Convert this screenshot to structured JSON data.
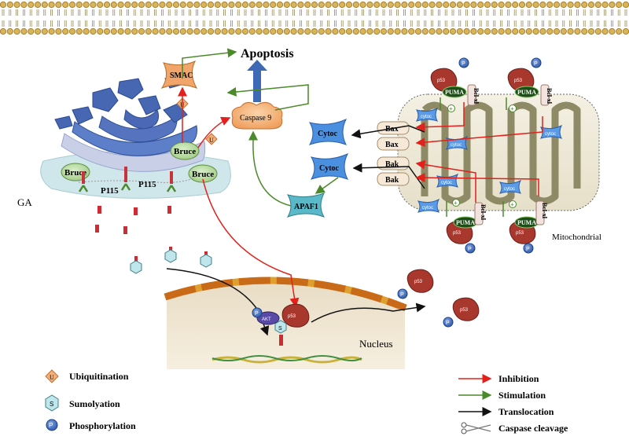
{
  "title": "Apoptosis",
  "labels": {
    "ga": "GA",
    "smac": "SMAC",
    "caspase9": "Caspase 9",
    "bruce": "Bruce",
    "p115": "P115",
    "apaf1": "APAF1",
    "cytoc": "Cytoc",
    "cytoc_small": "cytoc",
    "bax": "Bax",
    "bak": "Bak",
    "puma": "PUMA",
    "bclxl": "Bcl-xl",
    "p53": "p53",
    "akt": "AKT",
    "nucleus": "Nucleus",
    "mitochondrial": "Mitochondrial",
    "u": "U",
    "s": "S",
    "p": "P",
    "plus": "+"
  },
  "legend_left": [
    {
      "symbol": "ubiquitin-diamond-icon",
      "label": "Ubiquitination"
    },
    {
      "symbol": "sumo-hexagon-icon",
      "label": "Sumolyation"
    },
    {
      "symbol": "phosphate-circle-icon",
      "label": "Phosphorylation"
    }
  ],
  "legend_right": [
    {
      "symbol": "red-arrow-icon",
      "label": "Inhibition",
      "color": "#e3201b"
    },
    {
      "symbol": "green-arrow-icon",
      "label": "Stimulation",
      "color": "#4a8a2a"
    },
    {
      "symbol": "black-arrow-icon",
      "label": "Translocation",
      "color": "#111111"
    },
    {
      "symbol": "scissors-icon",
      "label": "Caspase cleavage",
      "color": "#555555"
    }
  ],
  "colors": {
    "inhibition": "#e3201b",
    "stimulation": "#4a8a2a",
    "translocation": "#111111",
    "golgi_blue": "#3e69b5",
    "bruce_green": "#b8dca0",
    "caspase_orange": "#f2a56b",
    "mito_fill": "#ece7d8",
    "cristae": "#8e8a66",
    "p53_red": "#a8382e",
    "phospho_blue": "#3f6fc4",
    "membrane_gold": "#c8a24a"
  }
}
